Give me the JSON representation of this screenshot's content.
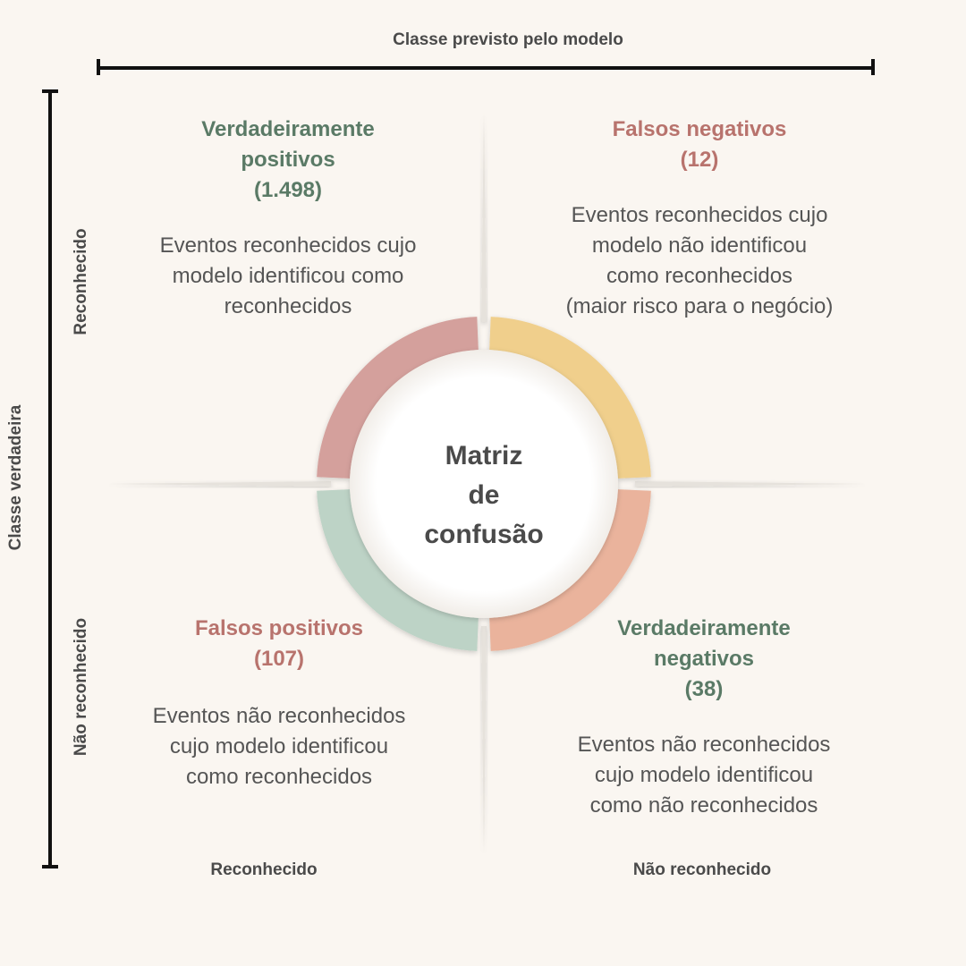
{
  "x_axis": {
    "title": "Classe previsto pelo modelo"
  },
  "y_axis": {
    "title": "Classe verdadeira"
  },
  "row_labels": {
    "top": "Reconhecido",
    "bottom": "Não reconhecido"
  },
  "col_labels": {
    "left": "Reconhecido",
    "right": "Não reconhecido"
  },
  "center": {
    "line1": "Matriz",
    "line2": "de",
    "line3": "confusão"
  },
  "quadrants": {
    "top_left": {
      "title_line1": "Verdadeiramente",
      "title_line2": "positivos",
      "count": "(1.498)",
      "desc_lines": [
        "Eventos reconhecidos cujo",
        "modelo identificou como",
        "reconhecidos"
      ],
      "color": "#d4a09c"
    },
    "top_right": {
      "title_line1": "Falsos negativos",
      "count": "(12)",
      "desc_lines": [
        "Eventos reconhecidos cujo",
        "modelo não identificou",
        "como reconhecidos",
        "(maior risco para o negócio)"
      ],
      "color": "#f0cf8c"
    },
    "bottom_left": {
      "title_line1": "Falsos positivos",
      "count": "(107)",
      "desc_lines": [
        "Eventos não reconhecidos",
        "cujo modelo identificou",
        "como reconhecidos"
      ],
      "color": "#bdd3c6"
    },
    "bottom_right": {
      "title_line1": "Verdadeiramente",
      "title_line2": "negativos",
      "count": "(38)",
      "desc_lines": [
        "Eventos não reconhecidos",
        "cujo modelo identificou",
        "como não reconhecidos"
      ],
      "color": "#eab39c"
    }
  }
}
